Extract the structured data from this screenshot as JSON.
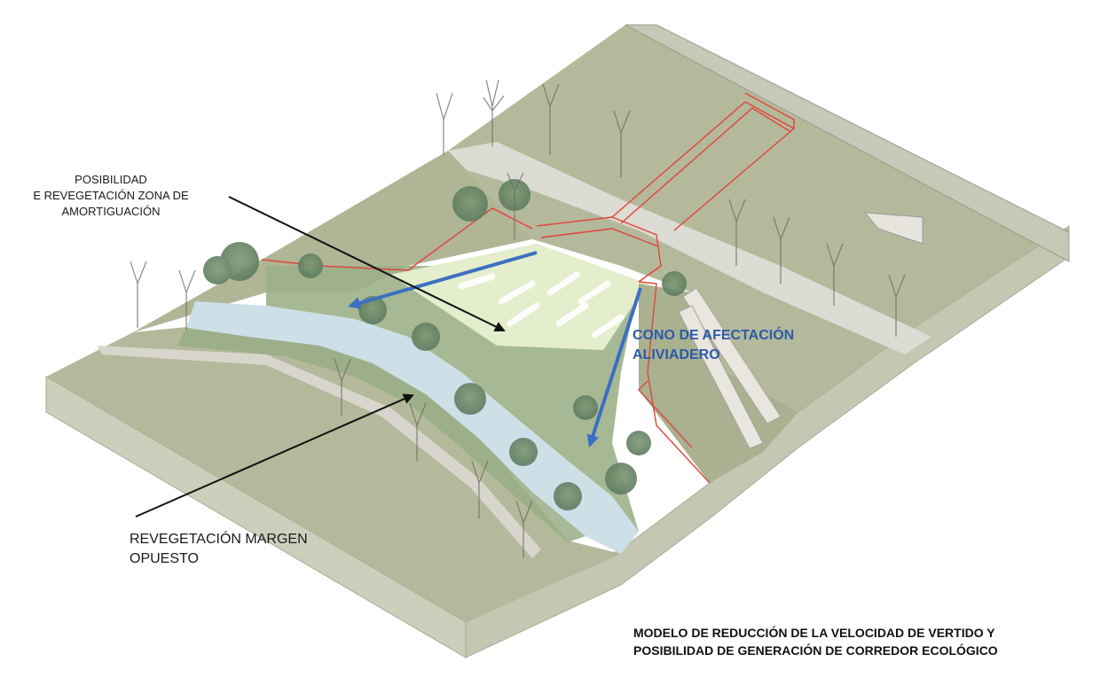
{
  "labels": {
    "buffer_zone": [
      "POSIBILIDAD",
      "E REVEGETACIÓN ZONA DE",
      "AMORTIGUACIÓN"
    ],
    "opposite_bank": [
      "REVEGETACIÓN MARGEN",
      "OPUESTO"
    ],
    "spillway_cone": [
      "CONO DE AFECTACIÓN",
      "ALIVIADERO"
    ]
  },
  "title": [
    "MODELO DE REDUCCIÓN DE LA VELOCIDAD DE VERTIDO Y",
    "POSIBILIDAD DE GENERACIÓN DE CORREDOR ECOLÓGICO"
  ],
  "colors": {
    "terrain": "#b3b99a",
    "terrain_side": "#c9cbb8",
    "river": "#c9dde6",
    "riparian": "#8fa47a",
    "gravel": "#d9d8d2",
    "spillway_outline": "#e0443c",
    "arrow_blue": "#3b6fc2",
    "arrow_black": "#111111"
  }
}
